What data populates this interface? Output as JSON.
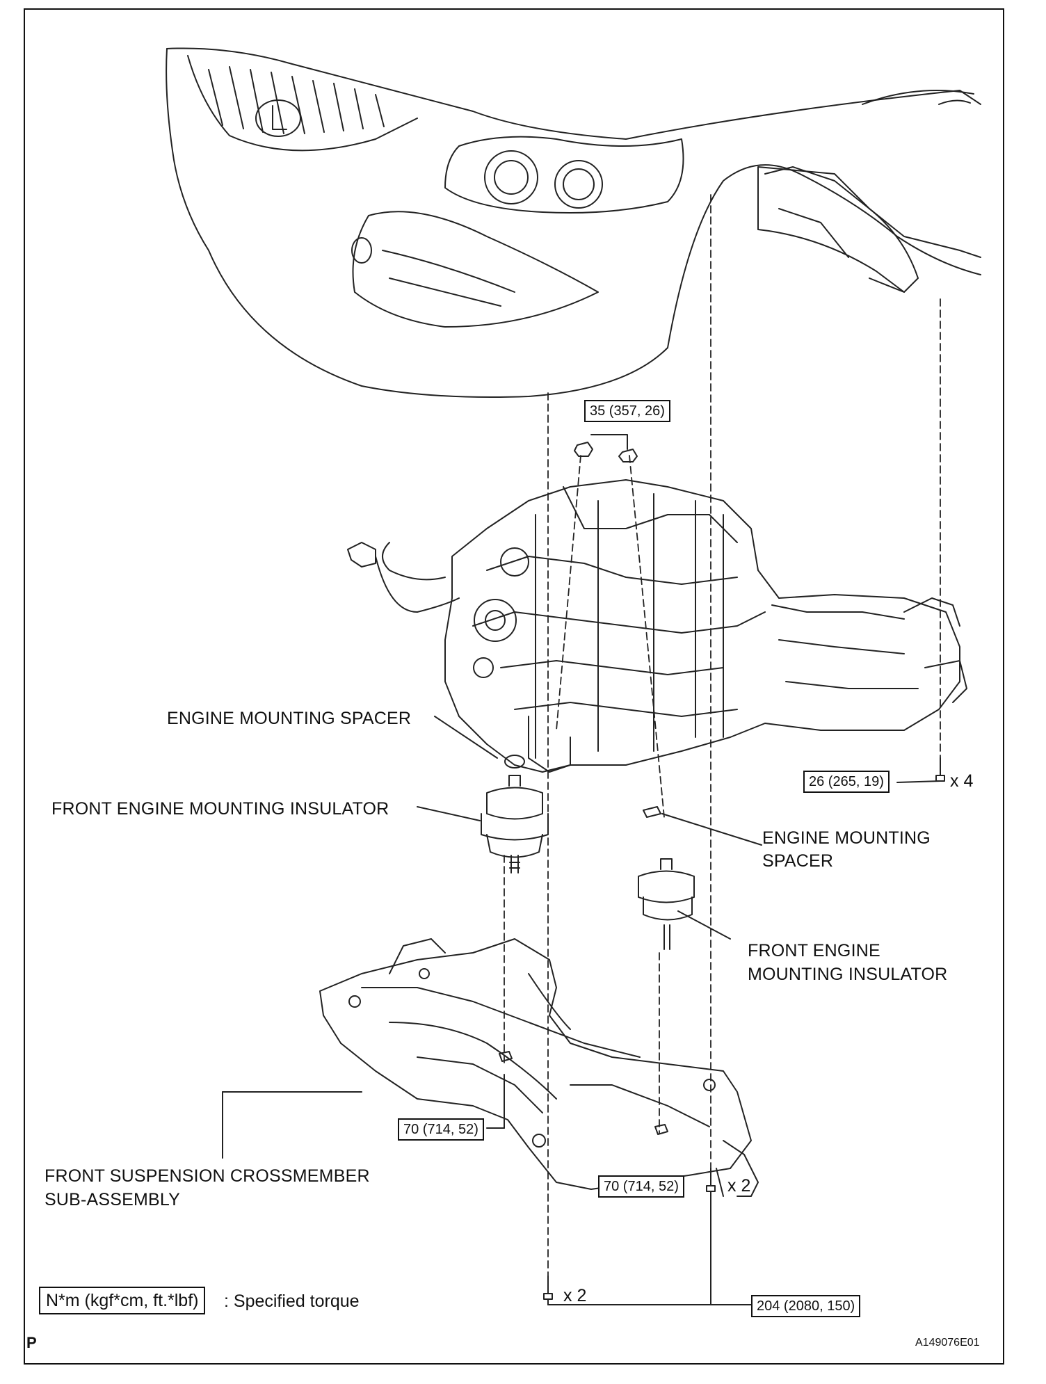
{
  "labels": {
    "engine_mounting_spacer_left": "ENGINE MOUNTING SPACER",
    "front_engine_mounting_insulator_left": "FRONT ENGINE MOUNTING INSULATOR",
    "engine_mounting_spacer_right_line1": "ENGINE MOUNTING",
    "engine_mounting_spacer_right_line2": "SPACER",
    "front_engine_mounting_insulator_right_line1": "FRONT ENGINE",
    "front_engine_mounting_insulator_right_line2": "MOUNTING INSULATOR",
    "crossmember_line1": "FRONT SUSPENSION CROSSMEMBER",
    "crossmember_line2": "SUB-ASSEMBLY"
  },
  "torque_specs": {
    "top_nut": "35 (357, 26)",
    "transmission_bolt": "26 (265, 19)",
    "crossmember_nut_left": "70 (714, 52)",
    "crossmember_nut_right": "70 (714, 52)",
    "crossmember_bolts": "204 (2080, 150)"
  },
  "quantities": {
    "transmission_bolt": "x 4",
    "bolts_right": "x 2",
    "bolts_left": "x 2"
  },
  "legend": {
    "box": "N*m (kgf*cm, ft.*lbf)",
    "text": ": Specified torque"
  },
  "page_mark": "P",
  "figure_id": "A149076E01"
}
